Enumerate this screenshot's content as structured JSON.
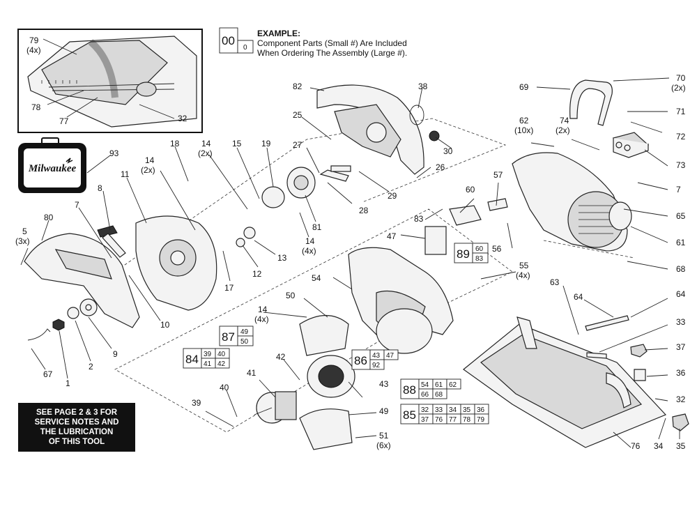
{
  "brand": {
    "name": "Milwaukee"
  },
  "example": {
    "large_no": "00",
    "small_no": "0",
    "heading": "EXAMPLE:",
    "line1": "Component Parts (Small #) Are Included",
    "line2": "When Ordering The Assembly (Large #)."
  },
  "notice": {
    "lines": [
      "SEE PAGE 2 & 3 FOR",
      "SERVICE NOTES AND",
      "THE LUBRICATION",
      "OF THIS TOOL"
    ]
  },
  "labels": [
    {
      "id": "79",
      "text": "79"
    },
    {
      "id": "79q",
      "text": "(4x)"
    },
    {
      "id": "78",
      "text": "78"
    },
    {
      "id": "77",
      "text": "77"
    },
    {
      "id": "32a",
      "text": "32"
    },
    {
      "id": "93",
      "text": "93"
    },
    {
      "id": "82",
      "text": "82"
    },
    {
      "id": "38",
      "text": "38"
    },
    {
      "id": "25",
      "text": "25"
    },
    {
      "id": "30",
      "text": "30"
    },
    {
      "id": "27",
      "text": "27"
    },
    {
      "id": "26",
      "text": "26"
    },
    {
      "id": "29",
      "text": "29"
    },
    {
      "id": "28",
      "text": "28"
    },
    {
      "id": "81",
      "text": "81"
    },
    {
      "id": "19",
      "text": "19"
    },
    {
      "id": "15",
      "text": "15"
    },
    {
      "id": "14a",
      "text": "14"
    },
    {
      "id": "14aq",
      "text": "(2x)"
    },
    {
      "id": "18",
      "text": "18"
    },
    {
      "id": "14b",
      "text": "14"
    },
    {
      "id": "14bq",
      "text": "(2x)"
    },
    {
      "id": "11",
      "text": "11"
    },
    {
      "id": "8",
      "text": "8"
    },
    {
      "id": "7a",
      "text": "7"
    },
    {
      "id": "80",
      "text": "80"
    },
    {
      "id": "5",
      "text": "5"
    },
    {
      "id": "5q",
      "text": "(3x)"
    },
    {
      "id": "13",
      "text": "13"
    },
    {
      "id": "12",
      "text": "12"
    },
    {
      "id": "17",
      "text": "17"
    },
    {
      "id": "14c",
      "text": "14"
    },
    {
      "id": "14cq",
      "text": "(4x)"
    },
    {
      "id": "10",
      "text": "10"
    },
    {
      "id": "9",
      "text": "9"
    },
    {
      "id": "2",
      "text": "2"
    },
    {
      "id": "1",
      "text": "1"
    },
    {
      "id": "67",
      "text": "67"
    },
    {
      "id": "69",
      "text": "69"
    },
    {
      "id": "70",
      "text": "70"
    },
    {
      "id": "70q",
      "text": "(2x)"
    },
    {
      "id": "71",
      "text": "71"
    },
    {
      "id": "72",
      "text": "72"
    },
    {
      "id": "62",
      "text": "62"
    },
    {
      "id": "62q",
      "text": "(10x)"
    },
    {
      "id": "74",
      "text": "74"
    },
    {
      "id": "74q",
      "text": "(2x)"
    },
    {
      "id": "73",
      "text": "73"
    },
    {
      "id": "7b",
      "text": "7"
    },
    {
      "id": "65",
      "text": "65"
    },
    {
      "id": "61",
      "text": "61"
    },
    {
      "id": "68",
      "text": "68"
    },
    {
      "id": "57",
      "text": "57"
    },
    {
      "id": "60",
      "text": "60"
    },
    {
      "id": "83",
      "text": "83"
    },
    {
      "id": "56",
      "text": "56"
    },
    {
      "id": "47",
      "text": "47"
    },
    {
      "id": "55",
      "text": "55"
    },
    {
      "id": "55q",
      "text": "(4x)"
    },
    {
      "id": "54",
      "text": "54"
    },
    {
      "id": "63",
      "text": "63"
    },
    {
      "id": "64a",
      "text": "64"
    },
    {
      "id": "64b",
      "text": "64"
    },
    {
      "id": "33",
      "text": "33"
    },
    {
      "id": "37",
      "text": "37"
    },
    {
      "id": "36",
      "text": "36"
    },
    {
      "id": "32b",
      "text": "32"
    },
    {
      "id": "34",
      "text": "34"
    },
    {
      "id": "35",
      "text": "35"
    },
    {
      "id": "76",
      "text": "76"
    },
    {
      "id": "50",
      "text": "50"
    },
    {
      "id": "14d",
      "text": "14"
    },
    {
      "id": "14dq",
      "text": "(4x)"
    },
    {
      "id": "42",
      "text": "42"
    },
    {
      "id": "41",
      "text": "41"
    },
    {
      "id": "43",
      "text": "43"
    },
    {
      "id": "40",
      "text": "40"
    },
    {
      "id": "39",
      "text": "39"
    },
    {
      "id": "49",
      "text": "49"
    },
    {
      "id": "51",
      "text": "51"
    },
    {
      "id": "51q",
      "text": "(6x)"
    }
  ],
  "assemblies": [
    {
      "id": "89",
      "main": "89",
      "parts": [
        "60",
        "83"
      ]
    },
    {
      "id": "87",
      "main": "87",
      "parts": [
        "49",
        "50"
      ]
    },
    {
      "id": "84",
      "main": "84",
      "parts": [
        "39",
        "40",
        "41",
        "42"
      ]
    },
    {
      "id": "86",
      "main": "86",
      "parts": [
        "43",
        "47",
        "92"
      ]
    },
    {
      "id": "88",
      "main": "88",
      "parts": [
        "54",
        "61",
        "62",
        "66",
        "68"
      ]
    },
    {
      "id": "85",
      "main": "85",
      "parts": [
        "32",
        "33",
        "34",
        "35",
        "36",
        "37",
        "76",
        "77",
        "78",
        "79"
      ]
    }
  ]
}
